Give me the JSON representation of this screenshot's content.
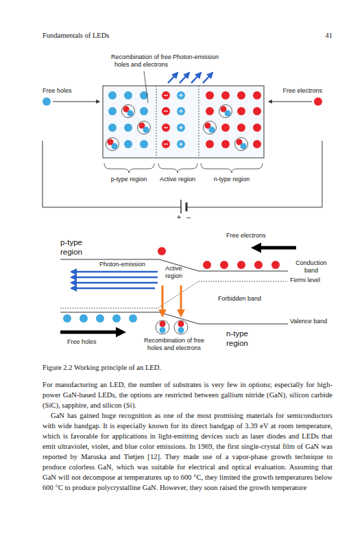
{
  "diagram": {
    "caption": "Figure 2.2 Working principle of an LED.",
    "labels": [
      "Fundamentals of LEDs",
      "41",
      "Recombination of free holes and electrons",
      "Photon-emission",
      "Free holes",
      "Free electrons",
      "p-type region",
      "Active region",
      "n-type region",
      "+",
      "–",
      "Free electrons",
      "p-type region",
      "Photon-emission",
      "Active region",
      "Conduction band",
      "Fermi level",
      "Forbidden band",
      "Valence band",
      "n-type region",
      "Free holes",
      "Recombination of free holes and electrons",
      "For manufacturing an LED, the number of substrates is very few in options; especially for high-power GaN-based LEDs, the options are restricted between gallium nitride (GaN), silicon carbide (SiC), sapphire, and silicon (Si).",
      "GaN has gained huge recognition as one of the most promising materials for semiconductors with wide bandgap. It is especially known for its direct bandgap of 3.39 eV at room temperature, which is favorable for applications in light-emitting devices such as laser diodes and LEDs that emit ultraviolet, violet, and blue color emissions. In 1969, the first single-crystal film of GaN was reported by Maruska and Tietjen [12]. They made use of a vapor-phase growth technique to produce colorless GaN, which was suitable for electrical and optical evaluation. Assuming that GaN will not decompose at temperatures up to 600 °C, they limited the growth temperatures below 600 °C to produce polycrystalline GaN. However, they soon raised the growth temperature"
    ]
  }
}
